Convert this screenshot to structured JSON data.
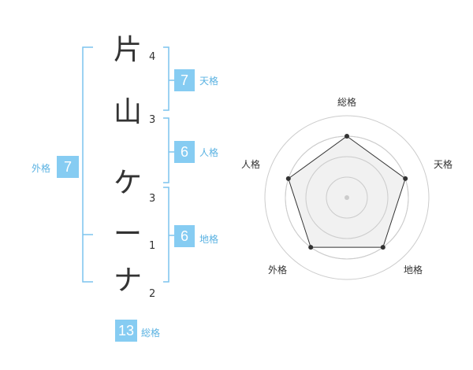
{
  "name": {
    "chars": [
      {
        "char": "片",
        "strokes": "4"
      },
      {
        "char": "山",
        "strokes": "3"
      },
      {
        "char": "ケ",
        "strokes": "3"
      },
      {
        "char": "ー",
        "strokes": "1"
      },
      {
        "char": "ナ",
        "strokes": "2"
      }
    ]
  },
  "kakusu": {
    "tenkaku": {
      "value": "7",
      "label": "天格"
    },
    "jinkaku": {
      "value": "6",
      "label": "人格"
    },
    "chikaku": {
      "value": "6",
      "label": "地格"
    },
    "gaikaku": {
      "value": "7",
      "label": "外格"
    },
    "soukaku": {
      "value": "13",
      "label": "総格"
    }
  },
  "radar": {
    "labels": {
      "soukaku": "総格",
      "tenkaku": "天格",
      "chikaku": "地格",
      "gaikaku": "外格",
      "jinkaku": "人格"
    },
    "levels": 4,
    "values": [
      0.75,
      0.75,
      0.75,
      0.75,
      0.75
    ]
  },
  "colors": {
    "accent": "#86ccf2",
    "accent_text": "#5ab2e2",
    "bracket": "#7cc4ee",
    "radar_fill": "#eeeeee",
    "radar_ring": "#cccccc",
    "radar_line": "#333333"
  }
}
